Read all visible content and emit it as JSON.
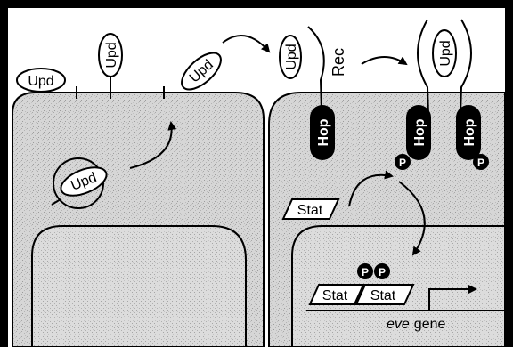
{
  "diagram": {
    "colors": {
      "frame": "#000000",
      "cell_fill": "#d4d4d4",
      "nucleus_fill": "#dadada",
      "hop_fill": "#000000",
      "hop_text": "#ffffff",
      "label_fill": "#ffffff",
      "ink": "#000000"
    },
    "labels": {
      "upd_free": "Upd",
      "upd_membrane": "Upd",
      "upd_secreted": "Upd",
      "upd_vesicle": "Upd",
      "upd_bound": "Upd",
      "upd_dimer": "Upd",
      "receptor": "Rec",
      "hop": "Hop",
      "phosphate": "P",
      "stat_cytoplasm": "Stat",
      "stat_left": "Stat",
      "stat_right": "Stat",
      "gene_name": "eve",
      "gene_word": "gene"
    }
  }
}
